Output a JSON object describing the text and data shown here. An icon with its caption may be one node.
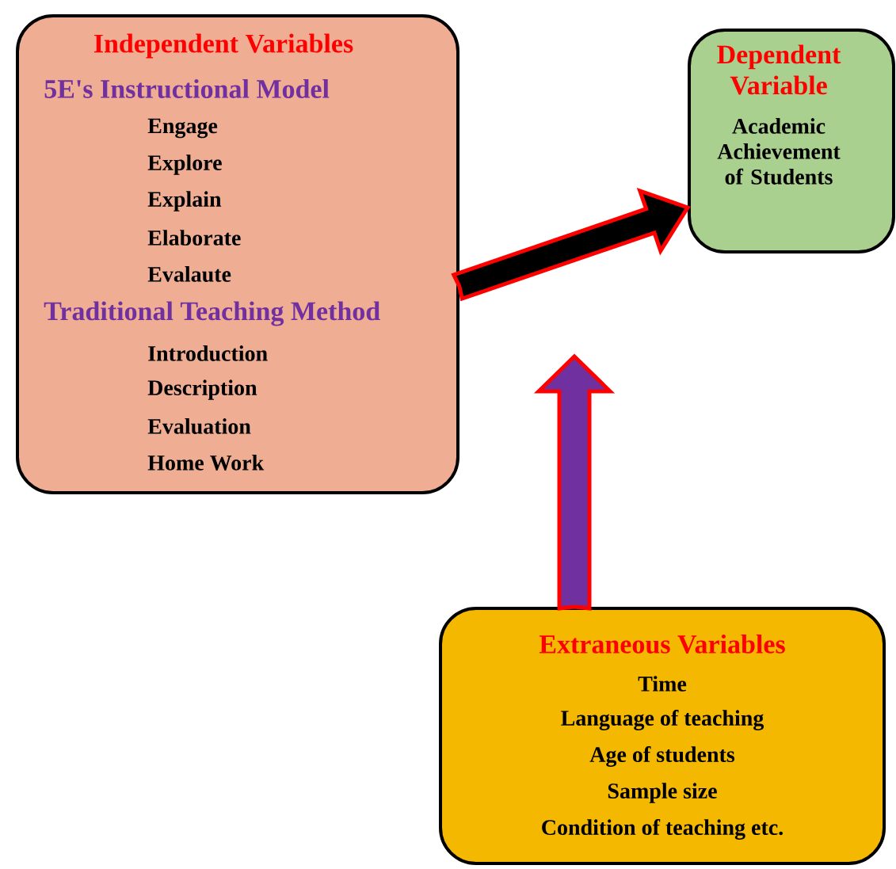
{
  "diagram": {
    "nodes": [
      {
        "text": [
          "Independent Variables",
          "5E's Instructional Model",
          "Engage",
          "Explore",
          "Explain",
          "Elaborate",
          "Evalaute",
          "Traditional Teaching Method",
          "Introduction",
          "Description",
          "Evaluation",
          "Home Work"
        ]
      },
      {
        "text": [
          "Dependent Variable",
          "Academic Achievement of Students"
        ]
      },
      {
        "text": [
          "Extraneous Variables",
          "Time",
          "Language of teaching",
          "Age of students",
          "Sample size",
          "Condition of teaching etc."
        ]
      }
    ],
    "edges": [
      {
        "from": 0,
        "to": 1,
        "arrow": "to",
        "color": "#000000"
      },
      {
        "from": 2,
        "to": null,
        "arrow": "to",
        "color": "#7030a0"
      }
    ]
  }
}
